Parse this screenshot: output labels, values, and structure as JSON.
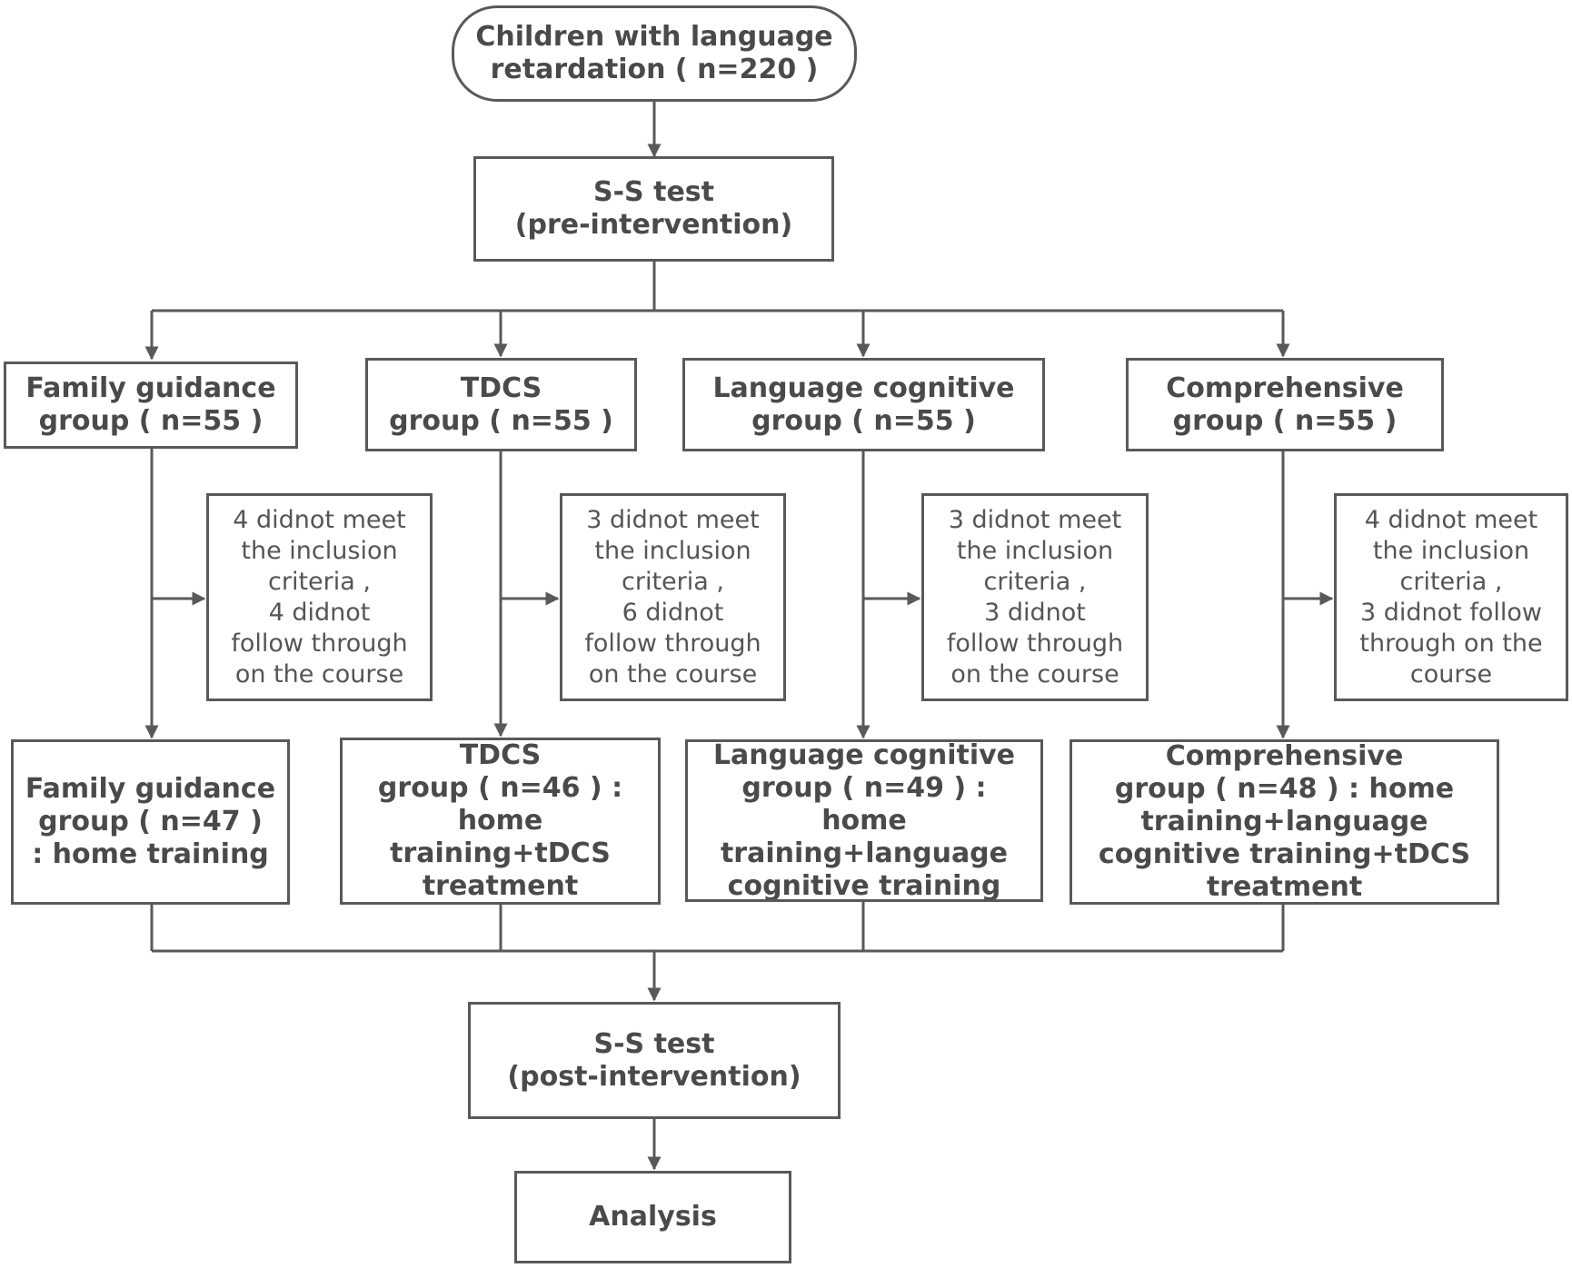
{
  "nodes": {
    "start": "Children with language\nretardation ( n=220 )",
    "pre_test": "S-S test\n(pre-intervention)",
    "groups": [
      "Family guidance\ngroup ( n=55 )",
      "TDCS\ngroup ( n=55 )",
      "Language cognitive\ngroup ( n=55 )",
      "Comprehensive\ngroup ( n=55 )"
    ],
    "exclusions": [
      "4 didnot meet\nthe inclusion\ncriteria ,\n4 didnot\nfollow through\non the course",
      "3 didnot meet\nthe inclusion\ncriteria ,\n6 didnot\nfollow through\non the course",
      "3 didnot meet\nthe inclusion\ncriteria ,\n3 didnot\nfollow through\non the course",
      "4 didnot meet\nthe inclusion\ncriteria ,\n3 didnot follow\nthrough on the\ncourse"
    ],
    "finals": [
      "Family guidance\ngroup ( n=47 )\n: home training",
      "TDCS\ngroup ( n=46 ) :\nhome\ntraining+tDCS\ntreatment",
      "Language cognitive\ngroup ( n=49 ) :\nhome\ntraining+language\ncognitive training",
      "Comprehensive\ngroup ( n=48 ) : home\ntraining+language\ncognitive training+tDCS\ntreatment"
    ],
    "post_test": "S-S test\n(post-intervention)",
    "analysis": "Analysis"
  },
  "colors": {
    "line": "#595959",
    "text": "#4a4a4a"
  }
}
